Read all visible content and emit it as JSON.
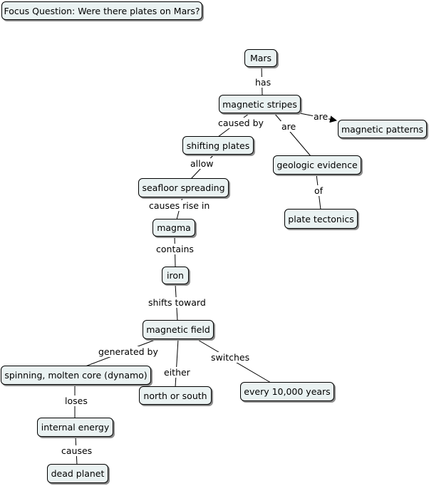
{
  "focus_question": "Focus Question: Were there plates on Mars?",
  "nodes": {
    "mars": "Mars",
    "magnetic_stripes": "magnetic stripes",
    "magnetic_patterns": "magnetic patterns",
    "shifting_plates": "shifting plates",
    "geologic_evidence": "geologic evidence",
    "seafloor_spreading": "seafloor spreading",
    "plate_tectonics": "plate tectonics",
    "magma": "magma",
    "iron": "iron",
    "magnetic_field": "magnetic field",
    "core": "spinning, molten core (dynamo)",
    "north_south": "north or south",
    "every_10000": "every 10,000 years",
    "internal_energy": "internal energy",
    "dead_planet": "dead planet"
  },
  "links": {
    "has": "has",
    "caused_by": "caused by",
    "are_patterns": "are",
    "are_evidence": "are",
    "allow": "allow",
    "of": "of",
    "causes_rise_in": "causes rise in",
    "contains": "contains",
    "shifts_toward": "shifts toward",
    "generated_by": "generated by",
    "either": "either",
    "switches": "switches",
    "loses": "loses",
    "causes": "causes"
  }
}
